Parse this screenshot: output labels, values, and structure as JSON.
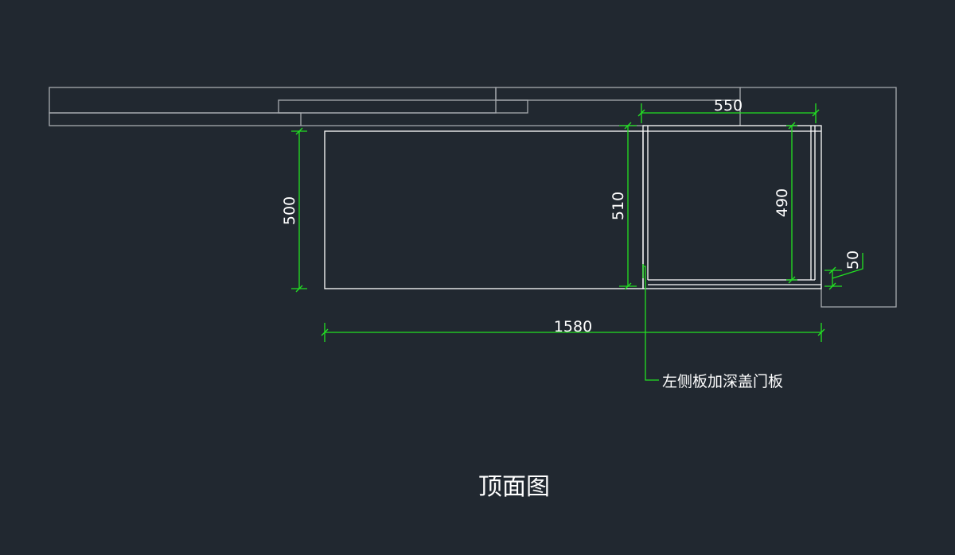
{
  "colors": {
    "background": "#212830",
    "outline": "#a7abb0",
    "cabinet": "#ffffff",
    "dimension": "#22e022",
    "text": "#ffffff"
  },
  "dimensions": {
    "width_550": "550",
    "height_500": "500",
    "height_510": "510",
    "height_490": "490",
    "height_50": "50",
    "width_1580": "1580"
  },
  "callout": {
    "label": "左侧板加深盖门板"
  },
  "drawing": {
    "title": "顶面图"
  }
}
